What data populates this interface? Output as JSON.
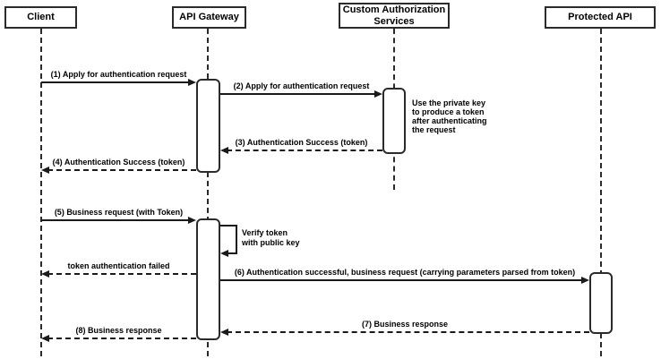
{
  "diagram": {
    "type": "sequence-diagram",
    "actors": [
      {
        "id": "client",
        "label": "Client"
      },
      {
        "id": "api-gateway",
        "label": "API Gateway"
      },
      {
        "id": "custom-authorization-services",
        "label": "Custom Authorization Services"
      },
      {
        "id": "protected-api",
        "label": "Protected API"
      }
    ],
    "messages": [
      {
        "label": "(1) Apply for authentication request",
        "from": "Client",
        "to": "API Gateway",
        "line": "solid"
      },
      {
        "label": "(2) Apply for authentication request",
        "from": "API Gateway",
        "to": "Custom Authorization Services",
        "line": "solid"
      },
      {
        "label": "(3) Authentication Success (token)",
        "from": "Custom Authorization Services",
        "to": "API Gateway",
        "line": "dashed"
      },
      {
        "label": "(4) Authentication Success (token)",
        "from": "API Gateway",
        "to": "Client",
        "line": "dashed"
      },
      {
        "label": "(5) Business request (with Token)",
        "from": "Client",
        "to": "API Gateway",
        "line": "solid"
      },
      {
        "label": "Verify token with public key",
        "from": "API Gateway",
        "to": "API Gateway",
        "line": "solid",
        "type": "self"
      },
      {
        "label": "token authentication failed",
        "from": "API Gateway",
        "to": "Client",
        "line": "dashed"
      },
      {
        "label": "(6) Authentication successful, business request (carrying parameters parsed from token)",
        "from": "API Gateway",
        "to": "Protected API",
        "line": "solid"
      },
      {
        "label": "(7) Business response",
        "from": "Protected API",
        "to": "API Gateway",
        "line": "dashed"
      },
      {
        "label": "(8) Business response",
        "from": "API Gateway",
        "to": "Client",
        "line": "dashed"
      }
    ],
    "notes": [
      {
        "label": "Use the private key to produce a token after authenticating the request",
        "attached_to": "Custom Authorization Services"
      }
    ],
    "colors": {
      "background": "#ffffff",
      "box_border": "#2b2b2b",
      "line": "#1a1a1a",
      "text": "#000000"
    }
  }
}
